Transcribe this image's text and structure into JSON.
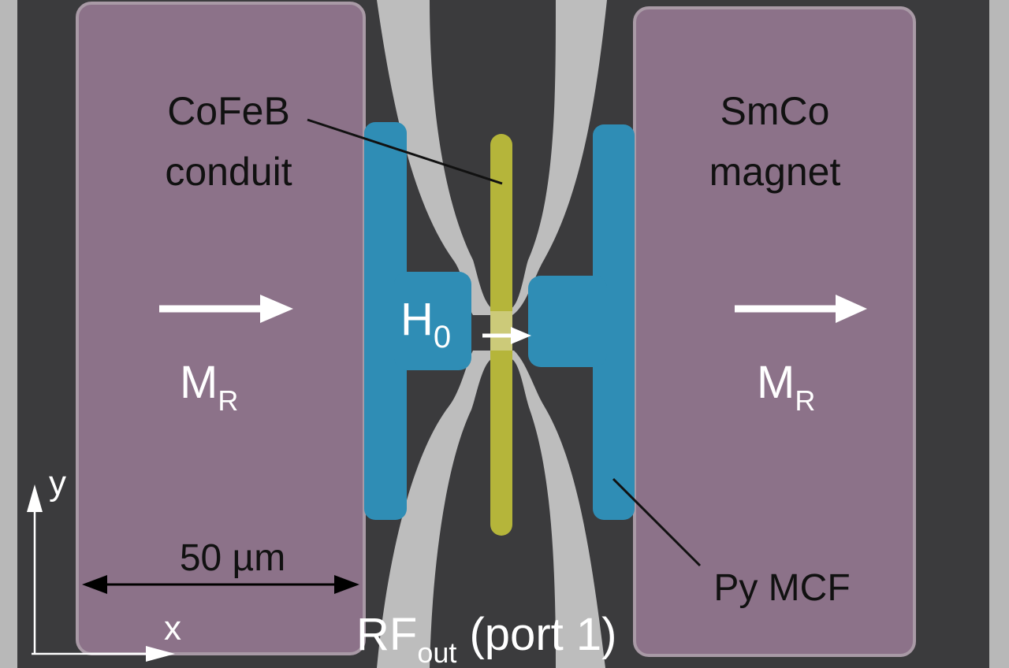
{
  "labels": {
    "conduit_line1": "CoFeB",
    "conduit_line2": "conduit",
    "magnet_line1": "SmCo",
    "magnet_line2": "magnet",
    "field": "H",
    "field_sub": "0",
    "magnetization_left": "M",
    "magnetization_left_sub": "R",
    "magnetization_right": "M",
    "magnetization_right_sub": "R",
    "mcf": "Py MCF",
    "scale_bar": "50 µm",
    "rf_out": "RF",
    "rf_out_sub": "out",
    "rf_out_port": " (port 1)",
    "axis_x": "x",
    "axis_y": "y"
  },
  "colors": {
    "background": "#3b3b3d",
    "magnet": "#8c7289",
    "mcf": "#2f8db5",
    "conduit": "#b5b53a",
    "leads": "#bdbdbd"
  }
}
